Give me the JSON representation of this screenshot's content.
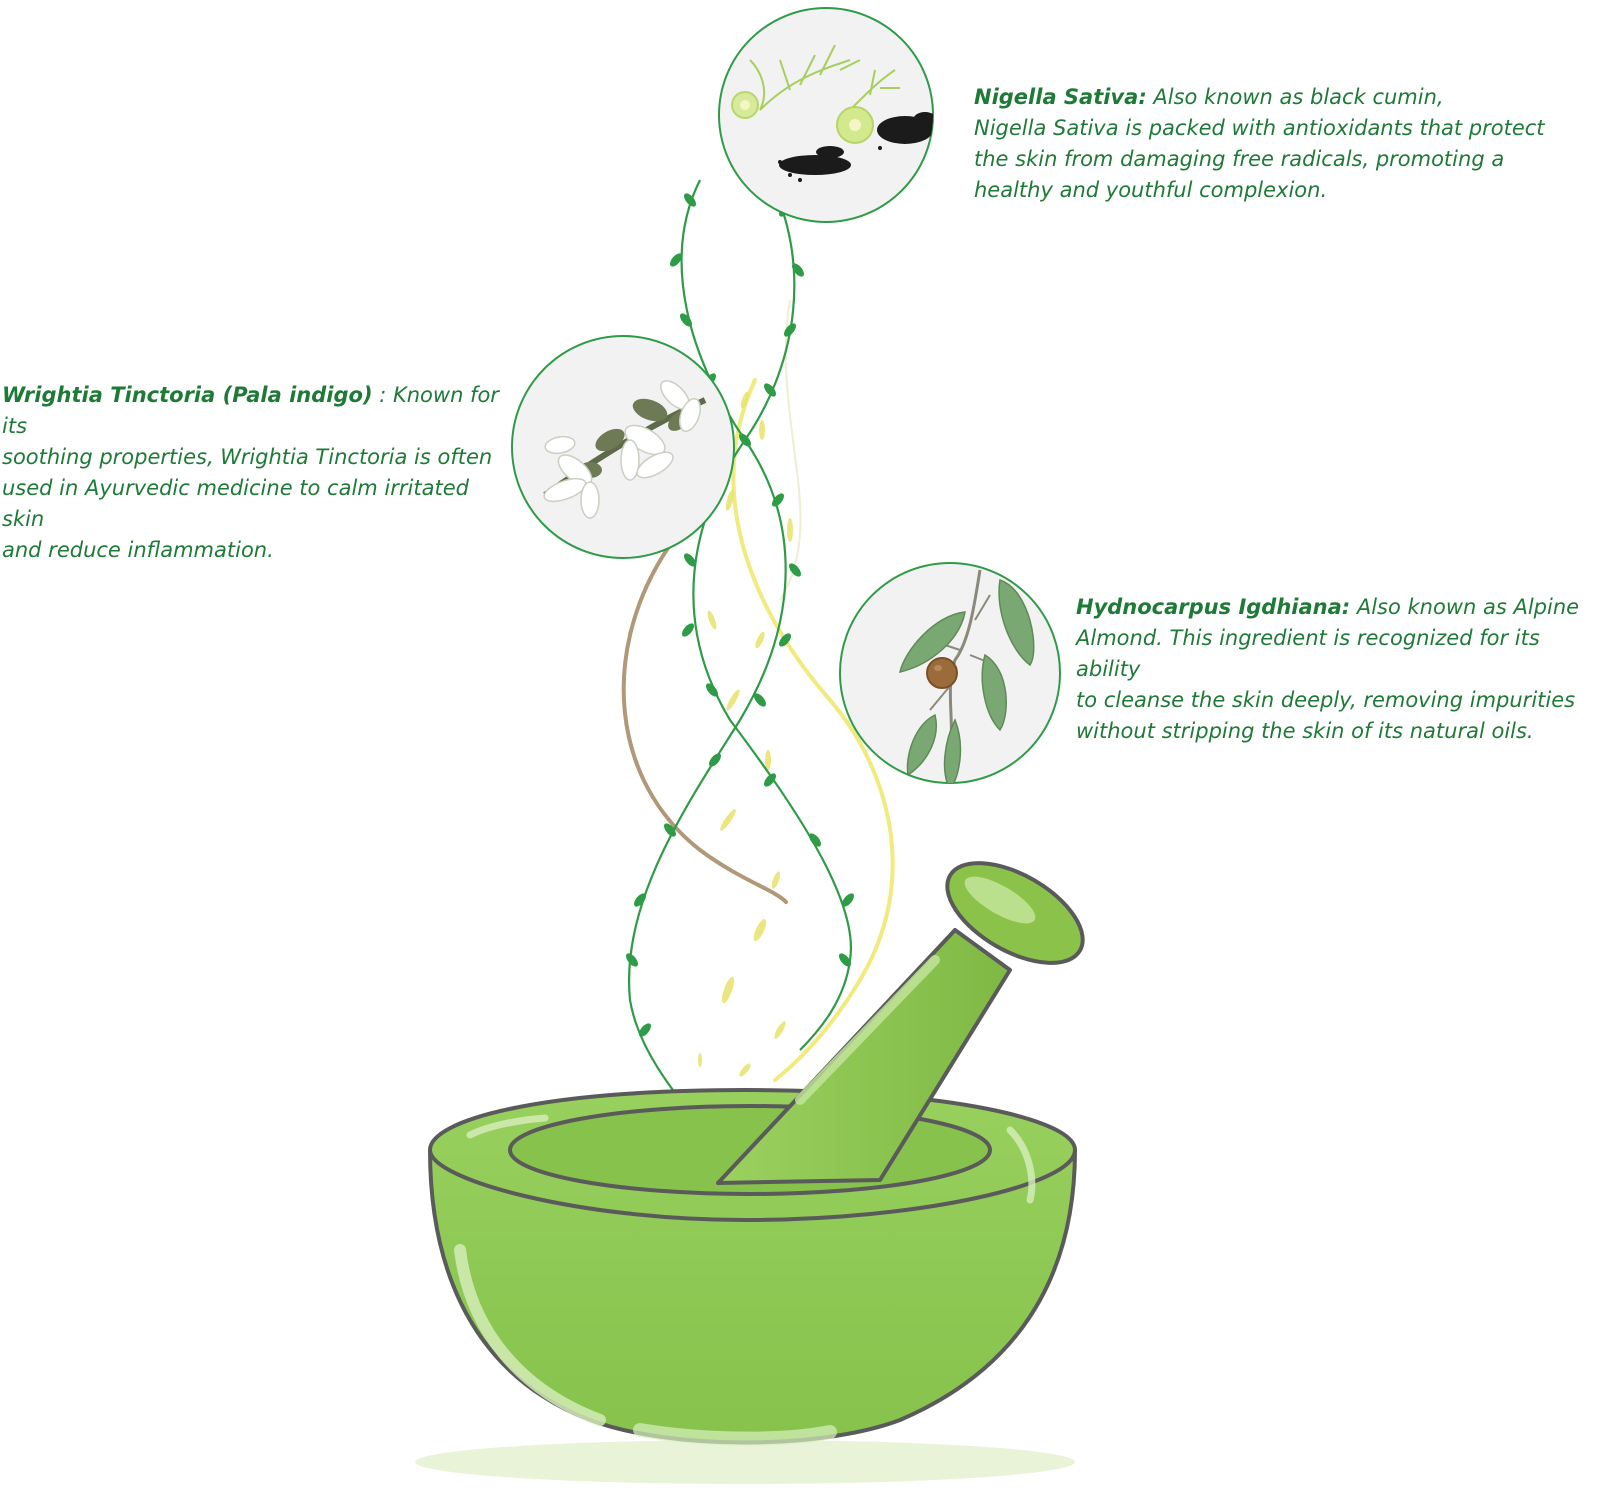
{
  "colors": {
    "accent_green": "#1e7a36",
    "vine_green": "#2e9b47",
    "bowl_green": "#8fcb55",
    "bowl_dark": "#7ab842",
    "pestle_green": "#8bc34a",
    "outline": "#5a5a5a",
    "root_brown": "#b09878",
    "oil_yellow": "#f1ea7e"
  },
  "ingredients": [
    {
      "id": "nigella",
      "name": "Nigella Sativa:",
      "text_lines": [
        " Also known as black cumin,",
        "Nigella Sativa is packed with antioxidants that protect",
        "the skin from damaging free radicals, promoting a",
        "healthy and youthful complexion."
      ],
      "illustration": "nigella-flower-seeds-icon"
    },
    {
      "id": "wrightia",
      "name": "Wrightia Tinctoria (Pala indigo)",
      "text_lines": [
        " : Known for its",
        "soothing properties, Wrightia Tinctoria is often",
        "used in Ayurvedic medicine to calm irritated skin",
        "and reduce inflammation."
      ],
      "illustration": "wrightia-white-flower-icon"
    },
    {
      "id": "hydnocarpus",
      "name": "Hydnocarpus Igdhiana:",
      "text_lines": [
        " Also known as Alpine",
        "Almond. This ingredient is recognized for its ability",
        "to cleanse the skin deeply, removing impurities",
        "without stripping the skin of its natural oils."
      ],
      "illustration": "hydnocarpus-leaf-branch-icon"
    }
  ],
  "central_illustration": "mortar-and-pestle-icon"
}
